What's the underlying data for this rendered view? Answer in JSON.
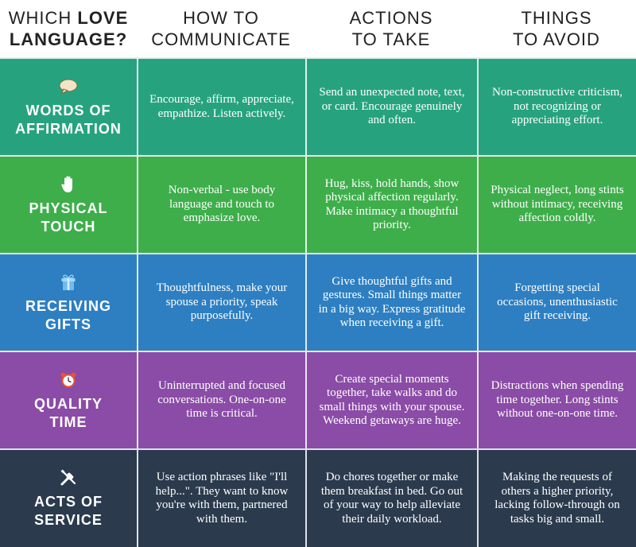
{
  "headers": {
    "col1_line1_prefix": "WHICH ",
    "col1_line1_bold": "LOVE",
    "col1_line2": "LANGUAGE?",
    "col2_line1": "HOW TO",
    "col2_line2": "COMMUNICATE",
    "col3_line1": "ACTIONS",
    "col3_line2": "TO TAKE",
    "col4_line1": "THINGS",
    "col4_line2": "TO AVOID"
  },
  "colors": {
    "words_of_affirmation": "#26a37e",
    "physical_touch": "#3eae4b",
    "receiving_gifts": "#2d7fc2",
    "quality_time": "#8a4ca6",
    "acts_of_service": "#2b3a4d"
  },
  "rows": [
    {
      "icon": "speech-bubble-icon",
      "name_line1": "WORDS OF",
      "name_line2": "AFFIRMATION",
      "communicate": "Encourage, affirm, appreciate, empathize. Listen actively.",
      "actions": "Send an unexpected note, text, or card. Encourage genuinely and often.",
      "avoid": "Non-constructive criticism, not recognizing or appreciating effort."
    },
    {
      "icon": "hand-icon",
      "name_line1": "PHYSICAL",
      "name_line2": "TOUCH",
      "communicate": "Non-verbal - use body language and touch to emphasize love.",
      "actions": "Hug, kiss, hold hands, show physical affection regularly. Make intimacy a thoughtful priority.",
      "avoid": "Physical neglect, long stints without intimacy, receiving affection coldly."
    },
    {
      "icon": "gift-icon",
      "name_line1": "RECEIVING",
      "name_line2": "GIFTS",
      "communicate": "Thoughtfulness, make your spouse a priority, speak purposefully.",
      "actions": "Give thoughtful gifts and gestures. Small things matter in a big way. Express gratitude when receiving a gift.",
      "avoid": "Forgetting special occasions, unenthusiastic gift receiving."
    },
    {
      "icon": "alarm-clock-icon",
      "name_line1": "QUALITY",
      "name_line2": "TIME",
      "communicate": "Uninterrupted and focused conversations. One-on-one time is critical.",
      "actions": "Create special moments together, take walks and do small things with your spouse. Weekend getaways are huge.",
      "avoid": "Distractions when spending time together. Long stints without one-on-one time."
    },
    {
      "icon": "tools-icon",
      "name_line1": "ACTS OF",
      "name_line2": "SERVICE",
      "communicate": "Use action phrases like \"I'll help...\". They want to know you're with them, partnered with them.",
      "actions": "Do chores together or make them breakfast in bed. Go out of your way to help alleviate their daily workload.",
      "avoid": "Making the requests of others a higher priority, lacking follow-through on tasks big and small."
    }
  ]
}
